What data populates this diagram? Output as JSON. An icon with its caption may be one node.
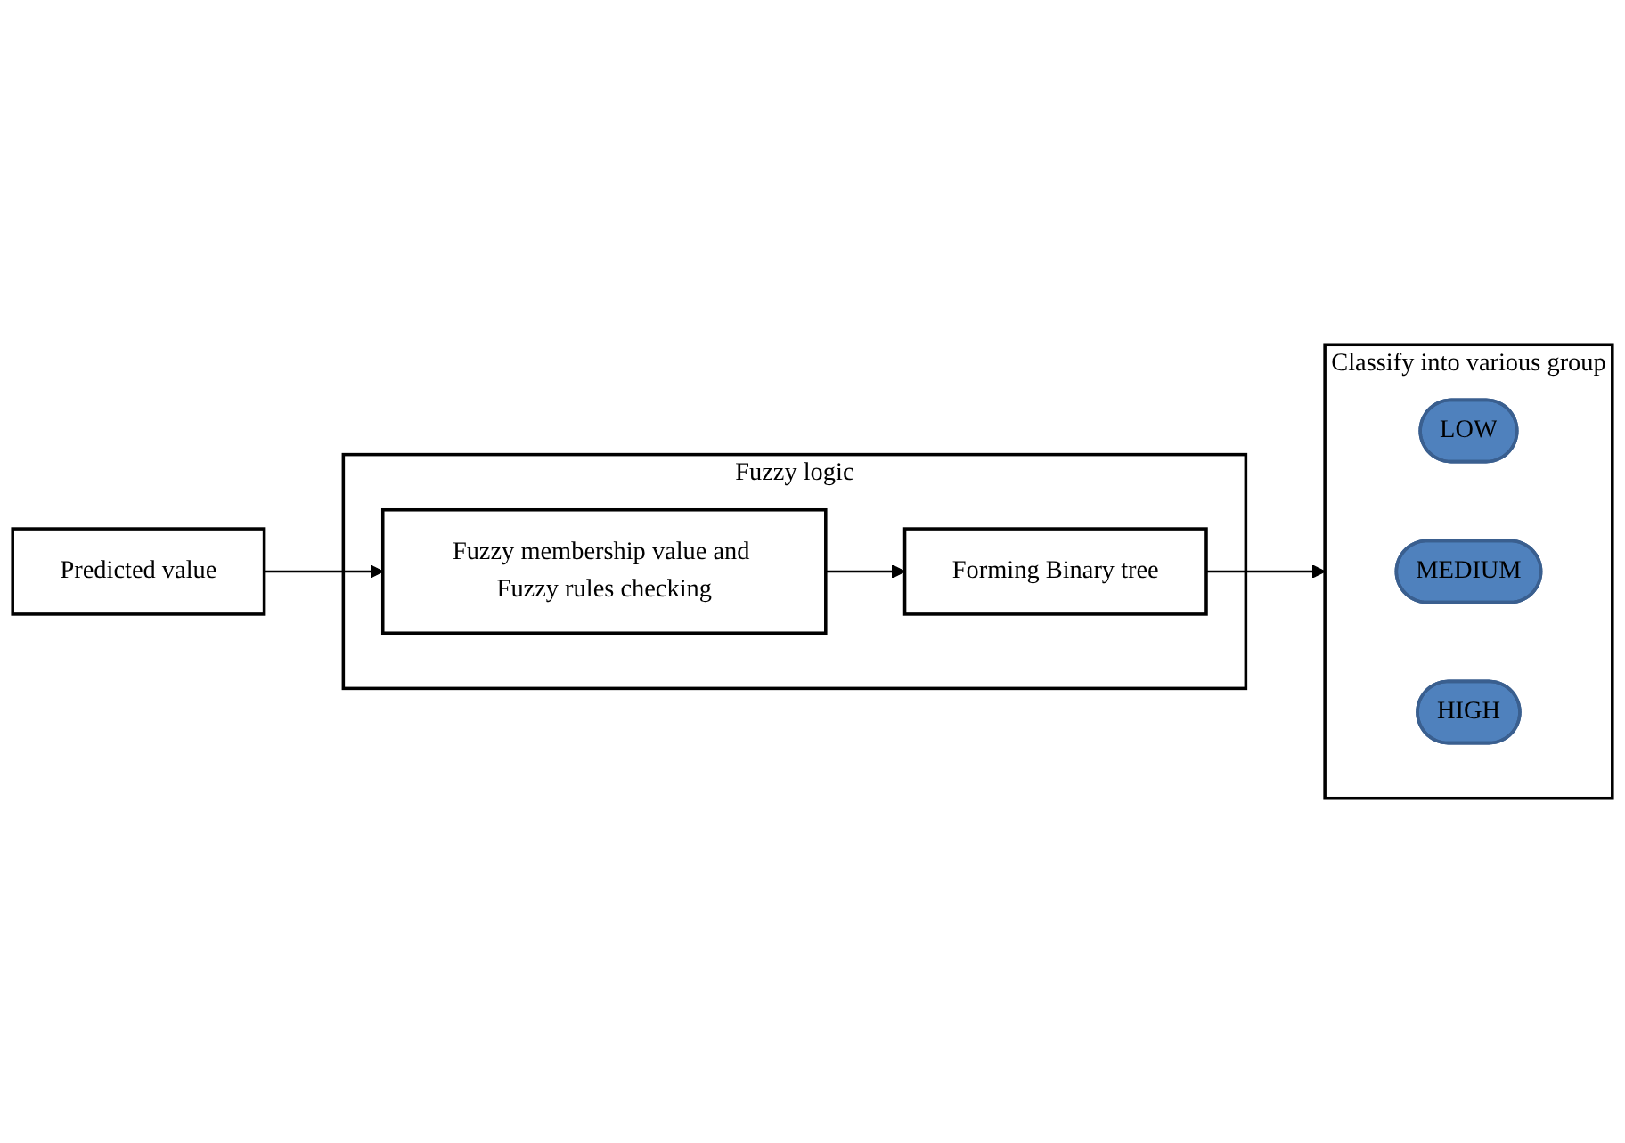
{
  "diagram": {
    "nodes": [
      {
        "text": [
          "Predicted value"
        ]
      },
      {
        "text": [
          "Fuzzy logic"
        ]
      },
      {
        "text": [
          "Fuzzy membership value and Fuzzy rules checking"
        ],
        "in": 1
      },
      {
        "text": [
          "Forming Binary tree"
        ],
        "in": 1
      },
      {
        "text": [
          "Classify into various group"
        ]
      },
      {
        "text": [
          "LOW"
        ],
        "in": 4
      },
      {
        "text": [
          "MEDIUM"
        ],
        "in": 4
      },
      {
        "text": [
          "HIGH"
        ],
        "in": 4
      }
    ],
    "edges": [
      {
        "from": 0,
        "to": 2,
        "arrow": "to"
      },
      {
        "from": 2,
        "to": 3,
        "arrow": "to"
      },
      {
        "from": 3,
        "to": 4,
        "arrow": "to"
      }
    ]
  }
}
